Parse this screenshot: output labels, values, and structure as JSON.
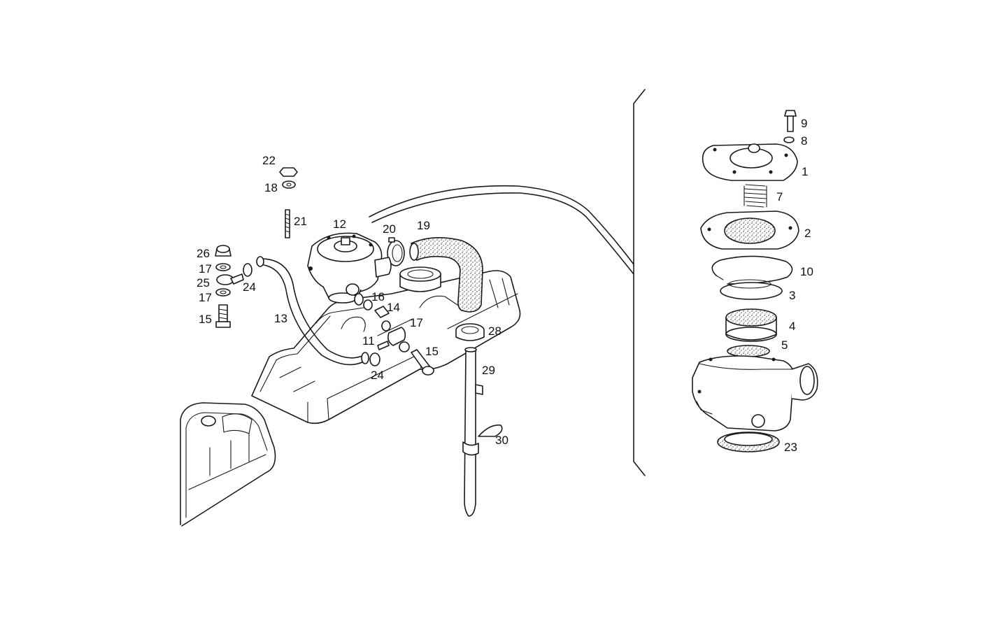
{
  "callouts": {
    "c1": "1",
    "c2": "2",
    "c3": "3",
    "c4": "4",
    "c5": "5",
    "c7": "7",
    "c8": "8",
    "c9": "9",
    "c10": "10",
    "c11": "11",
    "c12": "12",
    "c13": "13",
    "c14": "14",
    "c15a": "15",
    "c15b": "15",
    "c16": "16",
    "c17a": "17",
    "c17b": "17",
    "c17c": "17",
    "c18": "18",
    "c19": "19",
    "c20": "20",
    "c21": "21",
    "c22": "22",
    "c23": "23",
    "c24a": "24",
    "c24b": "24",
    "c25": "25",
    "c26": "26",
    "c28": "28",
    "c29": "29",
    "c30": "30"
  }
}
